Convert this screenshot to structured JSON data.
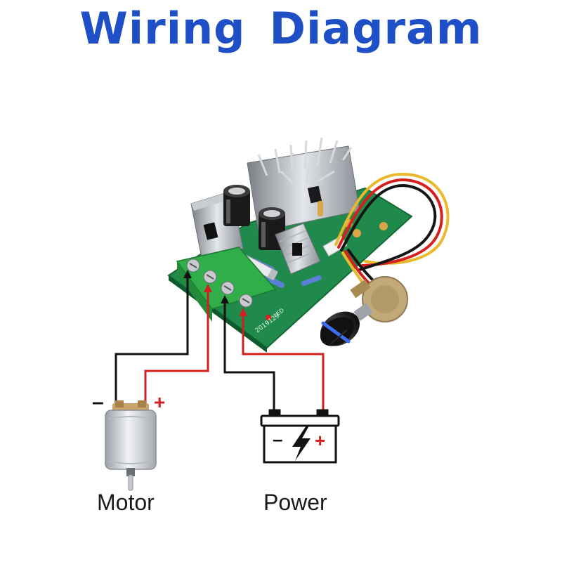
{
  "title": {
    "word1": "Wiring",
    "word2": "Diagram"
  },
  "labels": {
    "motor": "Motor",
    "power": "Power"
  },
  "motor_polarity": {
    "minus": "–",
    "plus": "+"
  },
  "battery": {
    "minus": "–",
    "plus": "+"
  },
  "board": {
    "pcb_marking": "2019129",
    "led_marking": "LED"
  },
  "colors": {
    "title": "#1e4fc6",
    "wire_negative": "#111111",
    "wire_positive": "#d21f1f",
    "pcb": "#1f8a4c",
    "terminal": "#2fae4a"
  },
  "icons": [
    "motor-icon",
    "battery-icon",
    "lightning-bolt-icon",
    "potentiometer-knob-icon"
  ]
}
